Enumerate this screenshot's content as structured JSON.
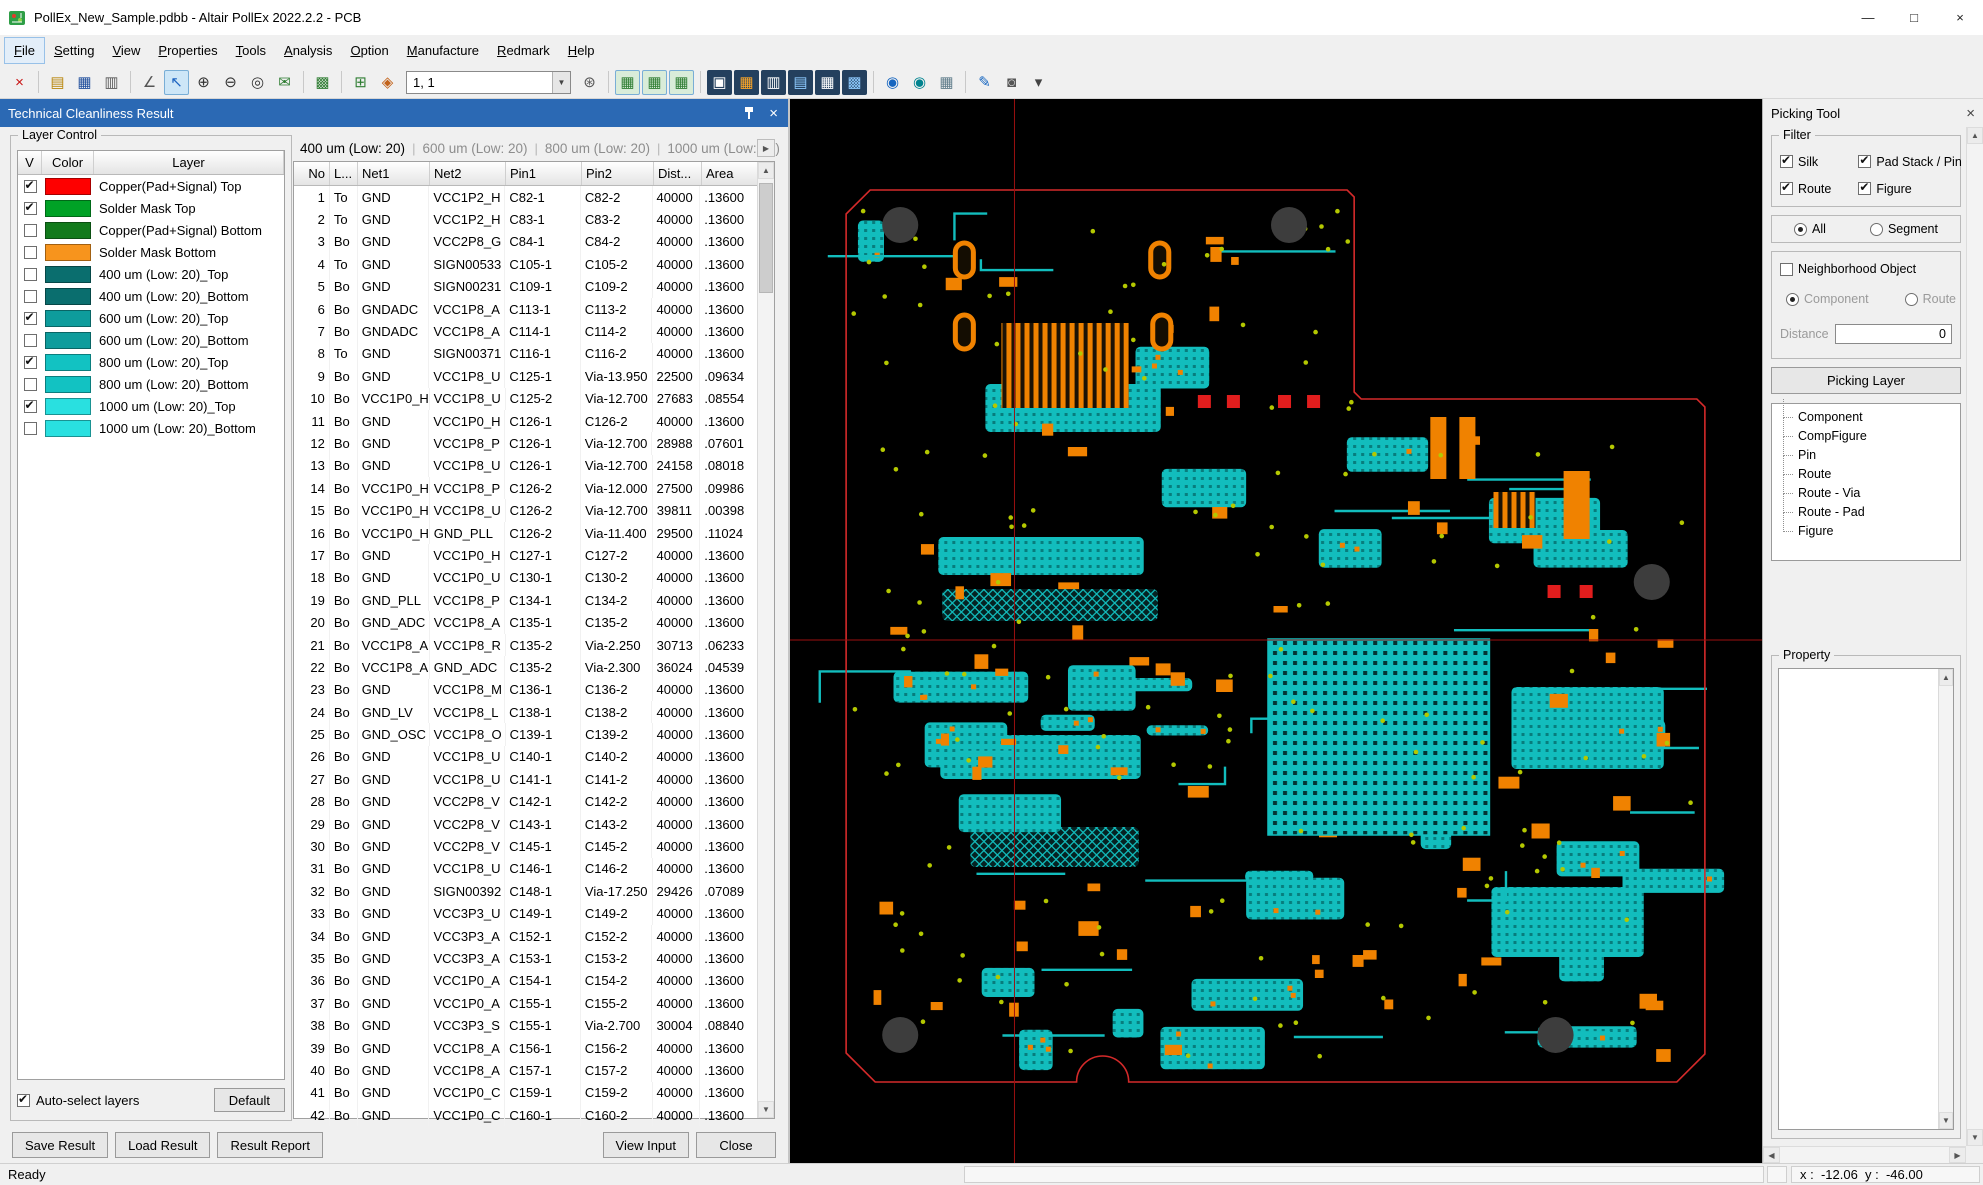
{
  "window": {
    "title": "PollEx_New_Sample.pdbb - Altair PollEx 2022.2.2 - PCB",
    "controls": {
      "minimize": "—",
      "maximize": "□",
      "close": "×"
    }
  },
  "icons": {
    "up": "▲",
    "down": "▼",
    "left": "◀",
    "right": "▶",
    "tab_next": "▶",
    "dropdown": "▼",
    "close": "×"
  },
  "menu": {
    "items": [
      "File",
      "Setting",
      "View",
      "Properties",
      "Tools",
      "Analysis",
      "Option",
      "Manufacture",
      "Redmark",
      "Help"
    ],
    "focused": "File"
  },
  "toolbar": {
    "combo_value": "1, 1",
    "items": [
      {
        "t": "icon",
        "n": "close-document-icon",
        "g": "×",
        "fg": "#c81414"
      },
      {
        "t": "sep"
      },
      {
        "t": "icon",
        "n": "open-icon",
        "g": "▤",
        "fg": "#b8860b"
      },
      {
        "t": "icon",
        "n": "save-icon",
        "g": "▦",
        "fg": "#1f4e9c"
      },
      {
        "t": "icon",
        "n": "print-icon",
        "g": "▥",
        "fg": "#5a5a5a"
      },
      {
        "t": "sep"
      },
      {
        "t": "icon",
        "n": "measure-icon",
        "g": "∠",
        "fg": "#555555"
      },
      {
        "t": "icon",
        "n": "select-cursor-icon",
        "g": "↖",
        "fg": "#1a62c0",
        "sel": true
      },
      {
        "t": "icon",
        "n": "zoom-in-icon",
        "g": "⊕",
        "fg": "#333333"
      },
      {
        "t": "icon",
        "n": "zoom-out-icon",
        "g": "⊖",
        "fg": "#333333"
      },
      {
        "t": "icon",
        "n": "zoom-fit-icon",
        "g": "◎",
        "fg": "#333333"
      },
      {
        "t": "icon",
        "n": "mail-icon",
        "g": "✉",
        "fg": "#2e7d32"
      },
      {
        "t": "sep"
      },
      {
        "t": "icon",
        "n": "board-grid-icon",
        "g": "▩",
        "fg": "#2e7d32"
      },
      {
        "t": "sep"
      },
      {
        "t": "icon",
        "n": "pcb-view-icon",
        "g": "⊞",
        "fg": "#2e7d32"
      },
      {
        "t": "icon",
        "n": "pcb-color-icon",
        "g": "◈",
        "fg": "#c2621a"
      },
      {
        "t": "combo"
      },
      {
        "t": "icon",
        "n": "layer-settings-icon",
        "g": "⊛",
        "fg": "#555555"
      },
      {
        "t": "sep"
      },
      {
        "t": "icon",
        "n": "layer-top-icon",
        "g": "▦",
        "fg": "#2e7d32",
        "bg": "#d9ecd9",
        "sel": true
      },
      {
        "t": "icon",
        "n": "layer-inner-icon",
        "g": "▦",
        "fg": "#2e7d32",
        "bg": "#d9ecd9",
        "sel": true
      },
      {
        "t": "icon",
        "n": "layer-bottom-icon",
        "g": "▦",
        "fg": "#2e7d32",
        "bg": "#d9ecd9",
        "sel": true
      },
      {
        "t": "sep"
      },
      {
        "t": "icon",
        "n": "panel-dark-1-icon",
        "g": "▣",
        "fg": "#ffffff",
        "bg": "#24405e"
      },
      {
        "t": "icon",
        "n": "panel-dark-2-icon",
        "g": "▦",
        "fg": "#ffa726",
        "bg": "#24405e"
      },
      {
        "t": "icon",
        "n": "panel-dark-3-icon",
        "g": "▥",
        "fg": "#ffffff",
        "bg": "#24405e"
      },
      {
        "t": "icon",
        "n": "panel-dark-4-icon",
        "g": "▤",
        "fg": "#8ecbff",
        "bg": "#24405e"
      },
      {
        "t": "icon",
        "n": "panel-dark-5-icon",
        "g": "▦",
        "fg": "#ffffff",
        "bg": "#24405e"
      },
      {
        "t": "icon",
        "n": "panel-dark-6-icon",
        "g": "▩",
        "fg": "#8ecbff",
        "bg": "#24405e"
      },
      {
        "t": "sep"
      },
      {
        "t": "icon",
        "n": "verify-blue-icon",
        "g": "◉",
        "fg": "#1565c0"
      },
      {
        "t": "icon",
        "n": "verify-teal-icon",
        "g": "◉",
        "fg": "#00838f"
      },
      {
        "t": "icon",
        "n": "memory-icon",
        "g": "▦",
        "fg": "#607d8b"
      },
      {
        "t": "sep"
      },
      {
        "t": "icon",
        "n": "redmark-pen-icon",
        "g": "✎",
        "fg": "#1565c0"
      },
      {
        "t": "icon",
        "n": "snapshot-camera-icon",
        "g": "◙",
        "fg": "#555555"
      },
      {
        "t": "icon",
        "n": "toolbar-overflow-icon",
        "g": "▾",
        "fg": "#444444"
      }
    ]
  },
  "left_panel": {
    "title": "Technical Cleanliness Result",
    "layer_control": {
      "title": "Layer Control",
      "columns": [
        "V",
        "Color",
        "Layer"
      ],
      "layers": [
        {
          "checked": true,
          "color": "#fe0000",
          "label": "Copper(Pad+Signal) Top"
        },
        {
          "checked": true,
          "color": "#00a226",
          "label": "Solder Mask Top"
        },
        {
          "checked": false,
          "color": "#127a1c",
          "label": "Copper(Pad+Signal) Bottom"
        },
        {
          "checked": false,
          "color": "#f7941d",
          "label": "Solder Mask Bottom"
        },
        {
          "checked": false,
          "color": "#0a6e6e",
          "label": "400 um (Low: 20)_Top"
        },
        {
          "checked": false,
          "color": "#0a6e6e",
          "label": "400 um (Low: 20)_Bottom"
        },
        {
          "checked": true,
          "color": "#0e9c9c",
          "label": "600 um (Low: 20)_Top"
        },
        {
          "checked": false,
          "color": "#0e9c9c",
          "label": "600 um (Low: 20)_Bottom"
        },
        {
          "checked": true,
          "color": "#12c2c2",
          "label": "800 um (Low: 20)_Top"
        },
        {
          "checked": false,
          "color": "#12c2c2",
          "label": "800 um (Low: 20)_Bottom"
        },
        {
          "checked": true,
          "color": "#29e0e0",
          "label": "1000 um (Low: 20)_Top"
        },
        {
          "checked": false,
          "color": "#29e0e0",
          "label": "1000 um (Low: 20)_Bottom"
        }
      ],
      "auto_select_label": "Auto-select layers",
      "auto_select_checked": true,
      "default_button": "Default"
    },
    "tabs": [
      {
        "label": "400 um (Low: 20)",
        "active": true
      },
      {
        "label": "600 um (Low: 20)",
        "active": false
      },
      {
        "label": "800 um (Low: 20)",
        "active": false
      },
      {
        "label": "1000 um (Low: 20)",
        "active": false
      }
    ],
    "result_table": {
      "columns": [
        "No",
        "L...",
        "Net1",
        "Net2",
        "Pin1",
        "Pin2",
        "Dist...",
        "Area"
      ],
      "rows": [
        [
          "1",
          "To",
          "GND",
          "VCC1P2_H",
          "C82-1",
          "C82-2",
          "40000",
          ".13600"
        ],
        [
          "2",
          "To",
          "GND",
          "VCC1P2_H",
          "C83-1",
          "C83-2",
          "40000",
          ".13600"
        ],
        [
          "3",
          "Bo",
          "GND",
          "VCC2P8_G",
          "C84-1",
          "C84-2",
          "40000",
          ".13600"
        ],
        [
          "4",
          "To",
          "GND",
          "SIGN00533",
          "C105-1",
          "C105-2",
          "40000",
          ".13600"
        ],
        [
          "5",
          "Bo",
          "GND",
          "SIGN00231",
          "C109-1",
          "C109-2",
          "40000",
          ".13600"
        ],
        [
          "6",
          "Bo",
          "GNDADC",
          "VCC1P8_A",
          "C113-1",
          "C113-2",
          "40000",
          ".13600"
        ],
        [
          "7",
          "Bo",
          "GNDADC",
          "VCC1P8_A",
          "C114-1",
          "C114-2",
          "40000",
          ".13600"
        ],
        [
          "8",
          "To",
          "GND",
          "SIGN00371",
          "C116-1",
          "C116-2",
          "40000",
          ".13600"
        ],
        [
          "9",
          "Bo",
          "GND",
          "VCC1P8_U",
          "C125-1",
          "Via-13.950",
          "22500",
          ".09634"
        ],
        [
          "10",
          "Bo",
          "VCC1P0_H",
          "VCC1P8_U",
          "C125-2",
          "Via-12.700",
          "27683",
          ".08554"
        ],
        [
          "11",
          "Bo",
          "GND",
          "VCC1P0_H",
          "C126-1",
          "C126-2",
          "40000",
          ".13600"
        ],
        [
          "12",
          "Bo",
          "GND",
          "VCC1P8_P",
          "C126-1",
          "Via-12.700",
          "28988",
          ".07601"
        ],
        [
          "13",
          "Bo",
          "GND",
          "VCC1P8_U",
          "C126-1",
          "Via-12.700",
          "24158",
          ".08018"
        ],
        [
          "14",
          "Bo",
          "VCC1P0_H",
          "VCC1P8_P",
          "C126-2",
          "Via-12.000",
          "27500",
          ".09986"
        ],
        [
          "15",
          "Bo",
          "VCC1P0_H",
          "VCC1P8_U",
          "C126-2",
          "Via-12.700",
          "39811",
          ".00398"
        ],
        [
          "16",
          "Bo",
          "VCC1P0_H",
          "GND_PLL",
          "C126-2",
          "Via-11.400",
          "29500",
          ".11024"
        ],
        [
          "17",
          "Bo",
          "GND",
          "VCC1P0_H",
          "C127-1",
          "C127-2",
          "40000",
          ".13600"
        ],
        [
          "18",
          "Bo",
          "GND",
          "VCC1P0_U",
          "C130-1",
          "C130-2",
          "40000",
          ".13600"
        ],
        [
          "19",
          "Bo",
          "GND_PLL",
          "VCC1P8_P",
          "C134-1",
          "C134-2",
          "40000",
          ".13600"
        ],
        [
          "20",
          "Bo",
          "GND_ADC",
          "VCC1P8_A",
          "C135-1",
          "C135-2",
          "40000",
          ".13600"
        ],
        [
          "21",
          "Bo",
          "VCC1P8_A",
          "VCC1P8_R",
          "C135-2",
          "Via-2.250",
          "30713",
          ".06233"
        ],
        [
          "22",
          "Bo",
          "VCC1P8_A",
          "GND_ADC",
          "C135-2",
          "Via-2.300",
          "36024",
          ".04539"
        ],
        [
          "23",
          "Bo",
          "GND",
          "VCC1P8_M",
          "C136-1",
          "C136-2",
          "40000",
          ".13600"
        ],
        [
          "24",
          "Bo",
          "GND_LV",
          "VCC1P8_L",
          "C138-1",
          "C138-2",
          "40000",
          ".13600"
        ],
        [
          "25",
          "Bo",
          "GND_OSC",
          "VCC1P8_O",
          "C139-1",
          "C139-2",
          "40000",
          ".13600"
        ],
        [
          "26",
          "Bo",
          "GND",
          "VCC1P8_U",
          "C140-1",
          "C140-2",
          "40000",
          ".13600"
        ],
        [
          "27",
          "Bo",
          "GND",
          "VCC1P8_U",
          "C141-1",
          "C141-2",
          "40000",
          ".13600"
        ],
        [
          "28",
          "Bo",
          "GND",
          "VCC2P8_V",
          "C142-1",
          "C142-2",
          "40000",
          ".13600"
        ],
        [
          "29",
          "Bo",
          "GND",
          "VCC2P8_V",
          "C143-1",
          "C143-2",
          "40000",
          ".13600"
        ],
        [
          "30",
          "Bo",
          "GND",
          "VCC2P8_V",
          "C145-1",
          "C145-2",
          "40000",
          ".13600"
        ],
        [
          "31",
          "Bo",
          "GND",
          "VCC1P8_U",
          "C146-1",
          "C146-2",
          "40000",
          ".13600"
        ],
        [
          "32",
          "Bo",
          "GND",
          "SIGN00392",
          "C148-1",
          "Via-17.250",
          "29426",
          ".07089"
        ],
        [
          "33",
          "Bo",
          "GND",
          "VCC3P3_U",
          "C149-1",
          "C149-2",
          "40000",
          ".13600"
        ],
        [
          "34",
          "Bo",
          "GND",
          "VCC3P3_A",
          "C152-1",
          "C152-2",
          "40000",
          ".13600"
        ],
        [
          "35",
          "Bo",
          "GND",
          "VCC3P3_A",
          "C153-1",
          "C153-2",
          "40000",
          ".13600"
        ],
        [
          "36",
          "Bo",
          "GND",
          "VCC1P0_A",
          "C154-1",
          "C154-2",
          "40000",
          ".13600"
        ],
        [
          "37",
          "Bo",
          "GND",
          "VCC1P0_A",
          "C155-1",
          "C155-2",
          "40000",
          ".13600"
        ],
        [
          "38",
          "Bo",
          "GND",
          "VCC3P3_S",
          "C155-1",
          "Via-2.700",
          "30004",
          ".08840"
        ],
        [
          "39",
          "Bo",
          "GND",
          "VCC1P8_A",
          "C156-1",
          "C156-2",
          "40000",
          ".13600"
        ],
        [
          "40",
          "Bo",
          "GND",
          "VCC1P8_A",
          "C157-1",
          "C157-2",
          "40000",
          ".13600"
        ],
        [
          "41",
          "Bo",
          "GND",
          "VCC1P0_C",
          "C159-1",
          "C159-2",
          "40000",
          ".13600"
        ],
        [
          "42",
          "Bo",
          "GND",
          "VCC1P0_C",
          "C160-1",
          "C160-2",
          "40000",
          ".13600"
        ]
      ]
    },
    "bottom_buttons": [
      "Save Result",
      "Load Result",
      "Result Report"
    ],
    "dialog_buttons": [
      "View Input",
      "Close"
    ]
  },
  "picking": {
    "title": "Picking Tool",
    "filter": {
      "title": "Filter",
      "items": [
        {
          "label": "Silk",
          "checked": true
        },
        {
          "label": "Pad Stack / Pin",
          "checked": true
        },
        {
          "label": "Route",
          "checked": true
        },
        {
          "label": "Figure",
          "checked": true
        }
      ]
    },
    "scope": {
      "options": [
        "All",
        "Segment"
      ],
      "selected": "All"
    },
    "neighborhood": {
      "label": "Neighborhood Object",
      "checked": false,
      "options": [
        "Component",
        "Route"
      ],
      "selected": "Component",
      "distance_label": "Distance",
      "distance_value": "0"
    },
    "picking_layer_button": "Picking Layer",
    "tree": [
      "Component",
      "CompFigure",
      "Pin",
      "Route",
      "Route - Via",
      "Route - Pad",
      "Figure"
    ],
    "property_title": "Property"
  },
  "status": {
    "ready": "Ready",
    "coords": "x :  -12.06  y :  -46.00"
  },
  "pcb": {
    "seed": 20220917,
    "colors": {
      "copper": "#12bdbd",
      "copper_dark": "#077d7d",
      "pad": "#f08200",
      "dot": "#b4c800",
      "hole": "#3d3d3d",
      "outline": "#d42a2a",
      "crosshair": "#9b1010",
      "highlight": "#e11d1d"
    },
    "counts": {
      "blobs": 40,
      "pads": 85,
      "dots": 170,
      "traces": 24
    }
  }
}
